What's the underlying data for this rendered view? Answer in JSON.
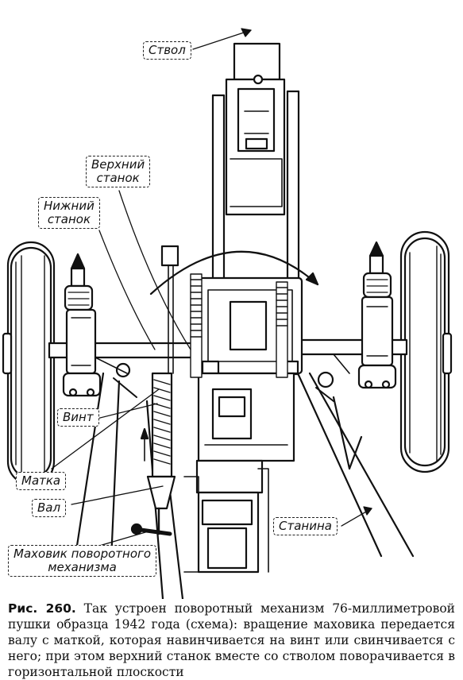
{
  "labels": {
    "stvol": "Ствол",
    "verkhny_stanok_1": "Верхний",
    "verkhny_stanok_2": "станок",
    "nizhny_stanok_1": "Нижний",
    "nizhny_stanok_2": "станок",
    "vint": "Винт",
    "matka": "Матка",
    "val": "Вал",
    "stanina": "Станина",
    "makhovik_1": "Маховик поворотного",
    "makhovik_2": "механизма"
  },
  "caption": {
    "figure_number": "Рис. 260.",
    "text": "Так устроен поворотный механизм 76-миллиметровой пушки образца 1942 года (схема): вращение маховика передается валу с маткой, которая навинчивается на винт или свинчивается с него; при этом верхний станок вместе со стволом поворачивается в горизонтальной плоскости"
  }
}
